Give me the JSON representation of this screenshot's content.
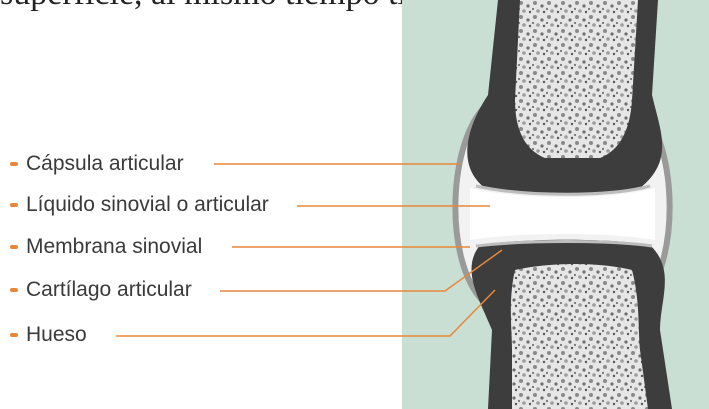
{
  "top_text": "superficie, al mismo tiempo tienen otras funciones",
  "labels": [
    "Cápsula articular",
    "Líquido sinovial o articular",
    "Membrana sinovial",
    "Cartílago articular",
    "Hueso"
  ],
  "colors": {
    "background_panel": "#c9dfd4",
    "bone_outer": "#3d3d3d",
    "cartilage": "#e9e9e9",
    "capsule": "#9a9a9a",
    "leader_line": "#e8873a",
    "bullet": "#e8873a"
  }
}
